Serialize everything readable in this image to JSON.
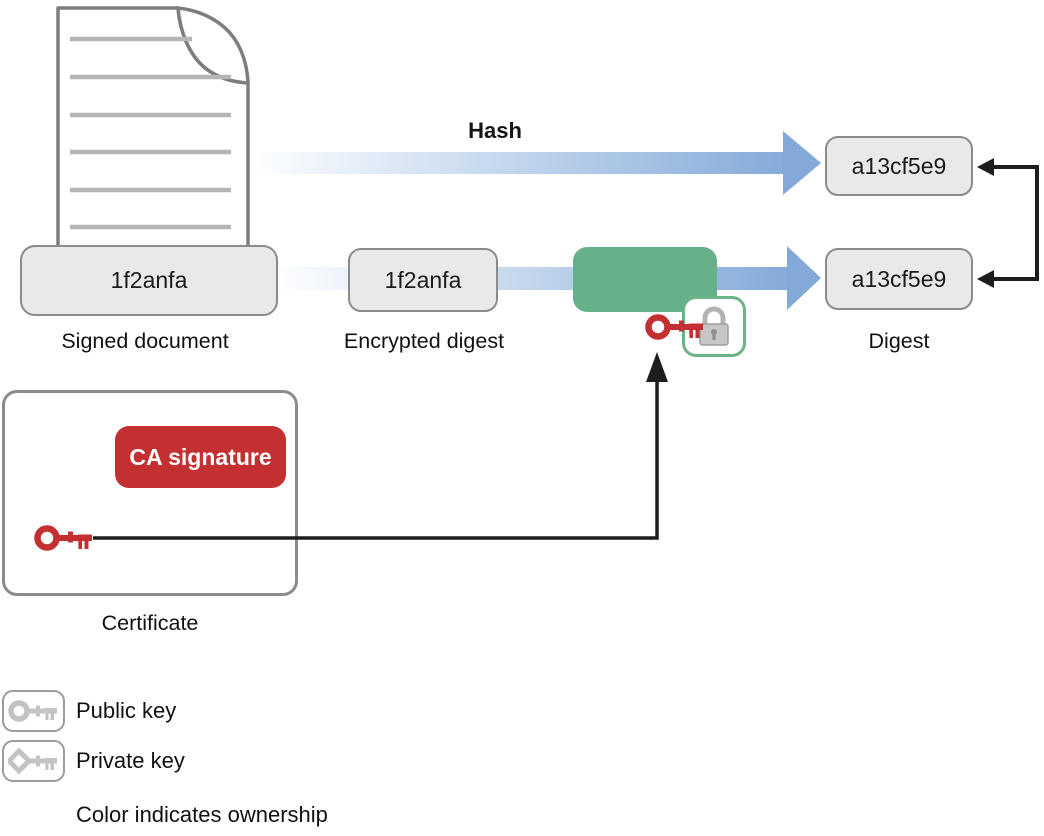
{
  "diagram": {
    "hash_label": "Hash",
    "signed_document": {
      "value": "1f2anfa",
      "label": "Signed document"
    },
    "encrypted_digest": {
      "value": "1f2anfa",
      "label": "Encrypted digest"
    },
    "digest_top": {
      "value": "a13cf5e9"
    },
    "digest_bottom": {
      "value": "a13cf5e9",
      "label": "Digest"
    },
    "certificate": {
      "label": "Certificate",
      "ca_signature": "CA signature"
    },
    "legend": {
      "public_key": "Public key",
      "private_key": "Private key",
      "note": "Color indicates ownership"
    },
    "colors": {
      "arrow_blue": "#85abd9",
      "arrow_blue_fade": "#fdfeff",
      "green_box": "#66b189",
      "badge_border": "#6cb487",
      "red": "#c43031",
      "box_fill": "#e9e9e9",
      "box_border": "#8b8b8b",
      "document_border": "#7d7d7d",
      "document_line": "#b5b5b5",
      "key_gray": "#c3c3c3",
      "line_black": "#1d1d1d"
    }
  }
}
